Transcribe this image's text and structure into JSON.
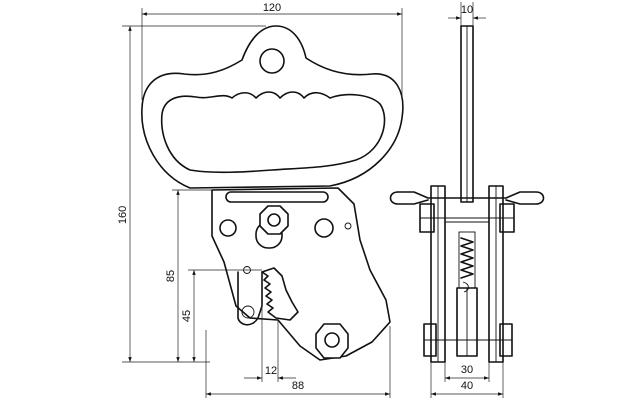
{
  "dimensions": {
    "overall_width": "120",
    "overall_height": "160",
    "jaw_height": "85",
    "throat_height": "45",
    "tooth_width": "12",
    "body_width": "88",
    "plate_thickness": "10",
    "clamp_opening": "30",
    "side_width": "40"
  }
}
